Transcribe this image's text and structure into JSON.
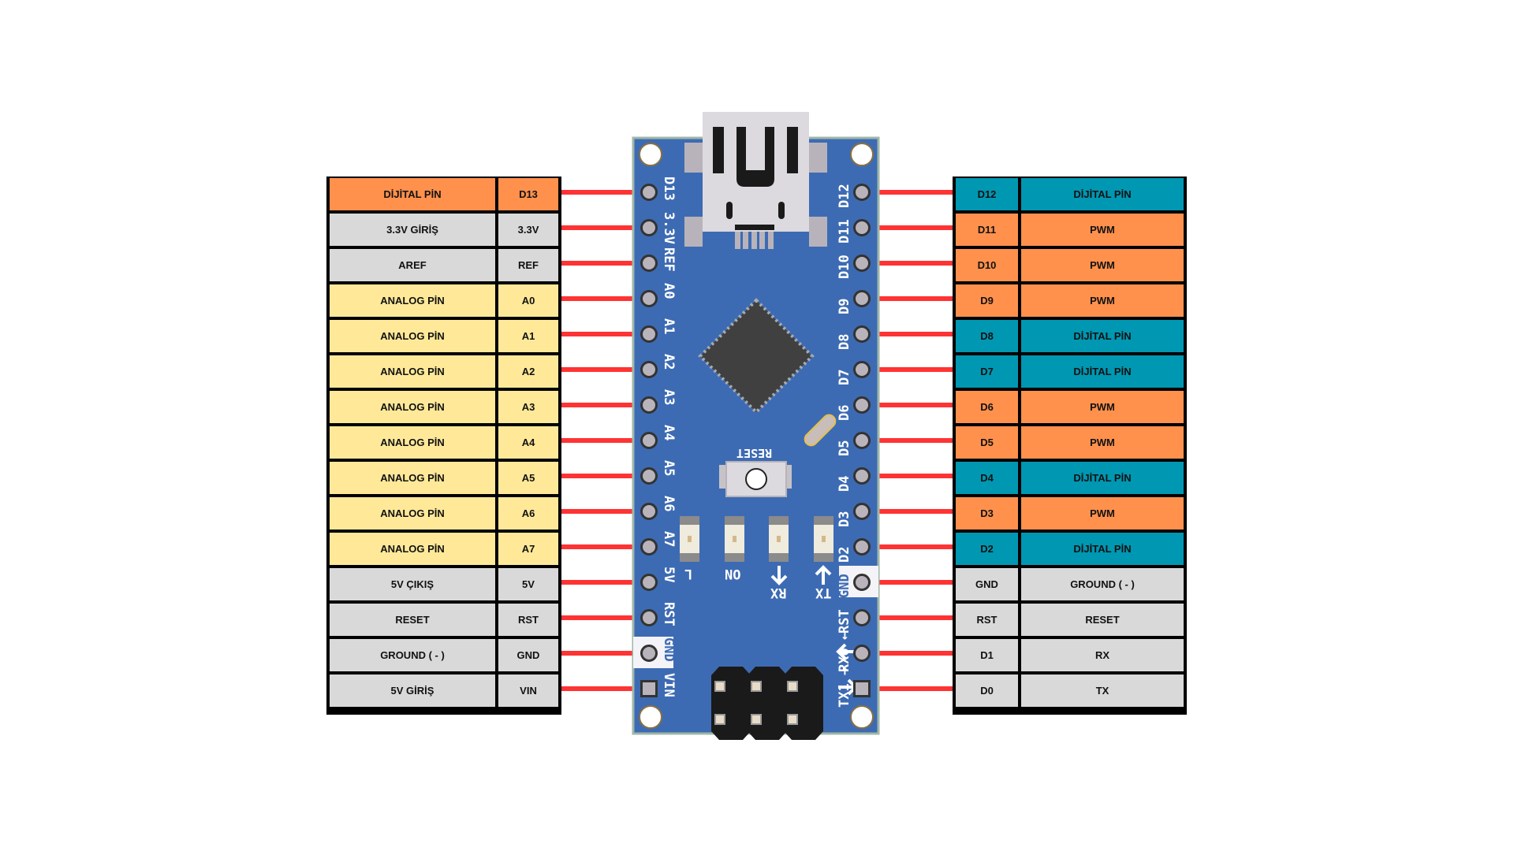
{
  "colors": {
    "orange": "#FF914D",
    "gray": "#D9D9D9",
    "yellow": "#FFE999",
    "teal": "#0097B2",
    "board": "#3D6BB3",
    "wire": "#FF3333"
  },
  "left_table": [
    {
      "desc": "DİJİTAL PİN",
      "pin": "D13",
      "color": "orange"
    },
    {
      "desc": "3.3V GİRİŞ",
      "pin": "3.3V",
      "color": "gray"
    },
    {
      "desc": "AREF",
      "pin": "REF",
      "color": "gray"
    },
    {
      "desc": "ANALOG PİN",
      "pin": "A0",
      "color": "yellow"
    },
    {
      "desc": "ANALOG PİN",
      "pin": "A1",
      "color": "yellow"
    },
    {
      "desc": "ANALOG PİN",
      "pin": "A2",
      "color": "yellow"
    },
    {
      "desc": "ANALOG PİN",
      "pin": "A3",
      "color": "yellow"
    },
    {
      "desc": "ANALOG PİN",
      "pin": "A4",
      "color": "yellow"
    },
    {
      "desc": "ANALOG PİN",
      "pin": "A5",
      "color": "yellow"
    },
    {
      "desc": "ANALOG PİN",
      "pin": "A6",
      "color": "yellow"
    },
    {
      "desc": "ANALOG PİN",
      "pin": "A7",
      "color": "yellow"
    },
    {
      "desc": "5V ÇIKIŞ",
      "pin": "5V",
      "color": "gray"
    },
    {
      "desc": "RESET",
      "pin": "RST",
      "color": "gray"
    },
    {
      "desc": "GROUND ( - )",
      "pin": "GND",
      "color": "gray"
    },
    {
      "desc": "5V GİRİŞ",
      "pin": "VIN",
      "color": "gray"
    }
  ],
  "right_table": [
    {
      "pin": "D12",
      "desc": "DİJİTAL PİN",
      "color": "teal"
    },
    {
      "pin": "D11",
      "desc": "PWM",
      "color": "orange"
    },
    {
      "pin": "D10",
      "desc": "PWM",
      "color": "orange"
    },
    {
      "pin": "D9",
      "desc": "PWM",
      "color": "orange"
    },
    {
      "pin": "D8",
      "desc": "DİJİTAL PİN",
      "color": "teal"
    },
    {
      "pin": "D7",
      "desc": "DİJİTAL PİN",
      "color": "teal"
    },
    {
      "pin": "D6",
      "desc": "PWM",
      "color": "orange"
    },
    {
      "pin": "D5",
      "desc": "PWM",
      "color": "orange"
    },
    {
      "pin": "D4",
      "desc": "DİJİTAL PİN",
      "color": "teal"
    },
    {
      "pin": "D3",
      "desc": "PWM",
      "color": "orange"
    },
    {
      "pin": "D2",
      "desc": "DİJİTAL PİN",
      "color": "teal"
    },
    {
      "pin": "GND",
      "desc": "GROUND ( - )",
      "color": "gray"
    },
    {
      "pin": "RST",
      "desc": "RESET",
      "color": "gray"
    },
    {
      "pin": "D1",
      "desc": "RX",
      "color": "gray"
    },
    {
      "pin": "D0",
      "desc": "TX",
      "color": "gray"
    }
  ],
  "board": {
    "left_pins": [
      "D13",
      "3.3V",
      "REF",
      "A0",
      "A1",
      "A2",
      "A3",
      "A4",
      "A5",
      "A6",
      "A7",
      "5V",
      "RST",
      "GND",
      "VIN"
    ],
    "right_pins": [
      "D12",
      "D11",
      "D10",
      "D9",
      "D8",
      "D7",
      "D6",
      "D5",
      "D4",
      "D3",
      "D2",
      "GND",
      "RST",
      "RX0 ←",
      "TX1 →"
    ],
    "reset_label": "RESET",
    "led_labels": [
      "L",
      "ON",
      "RX",
      "TX"
    ]
  }
}
